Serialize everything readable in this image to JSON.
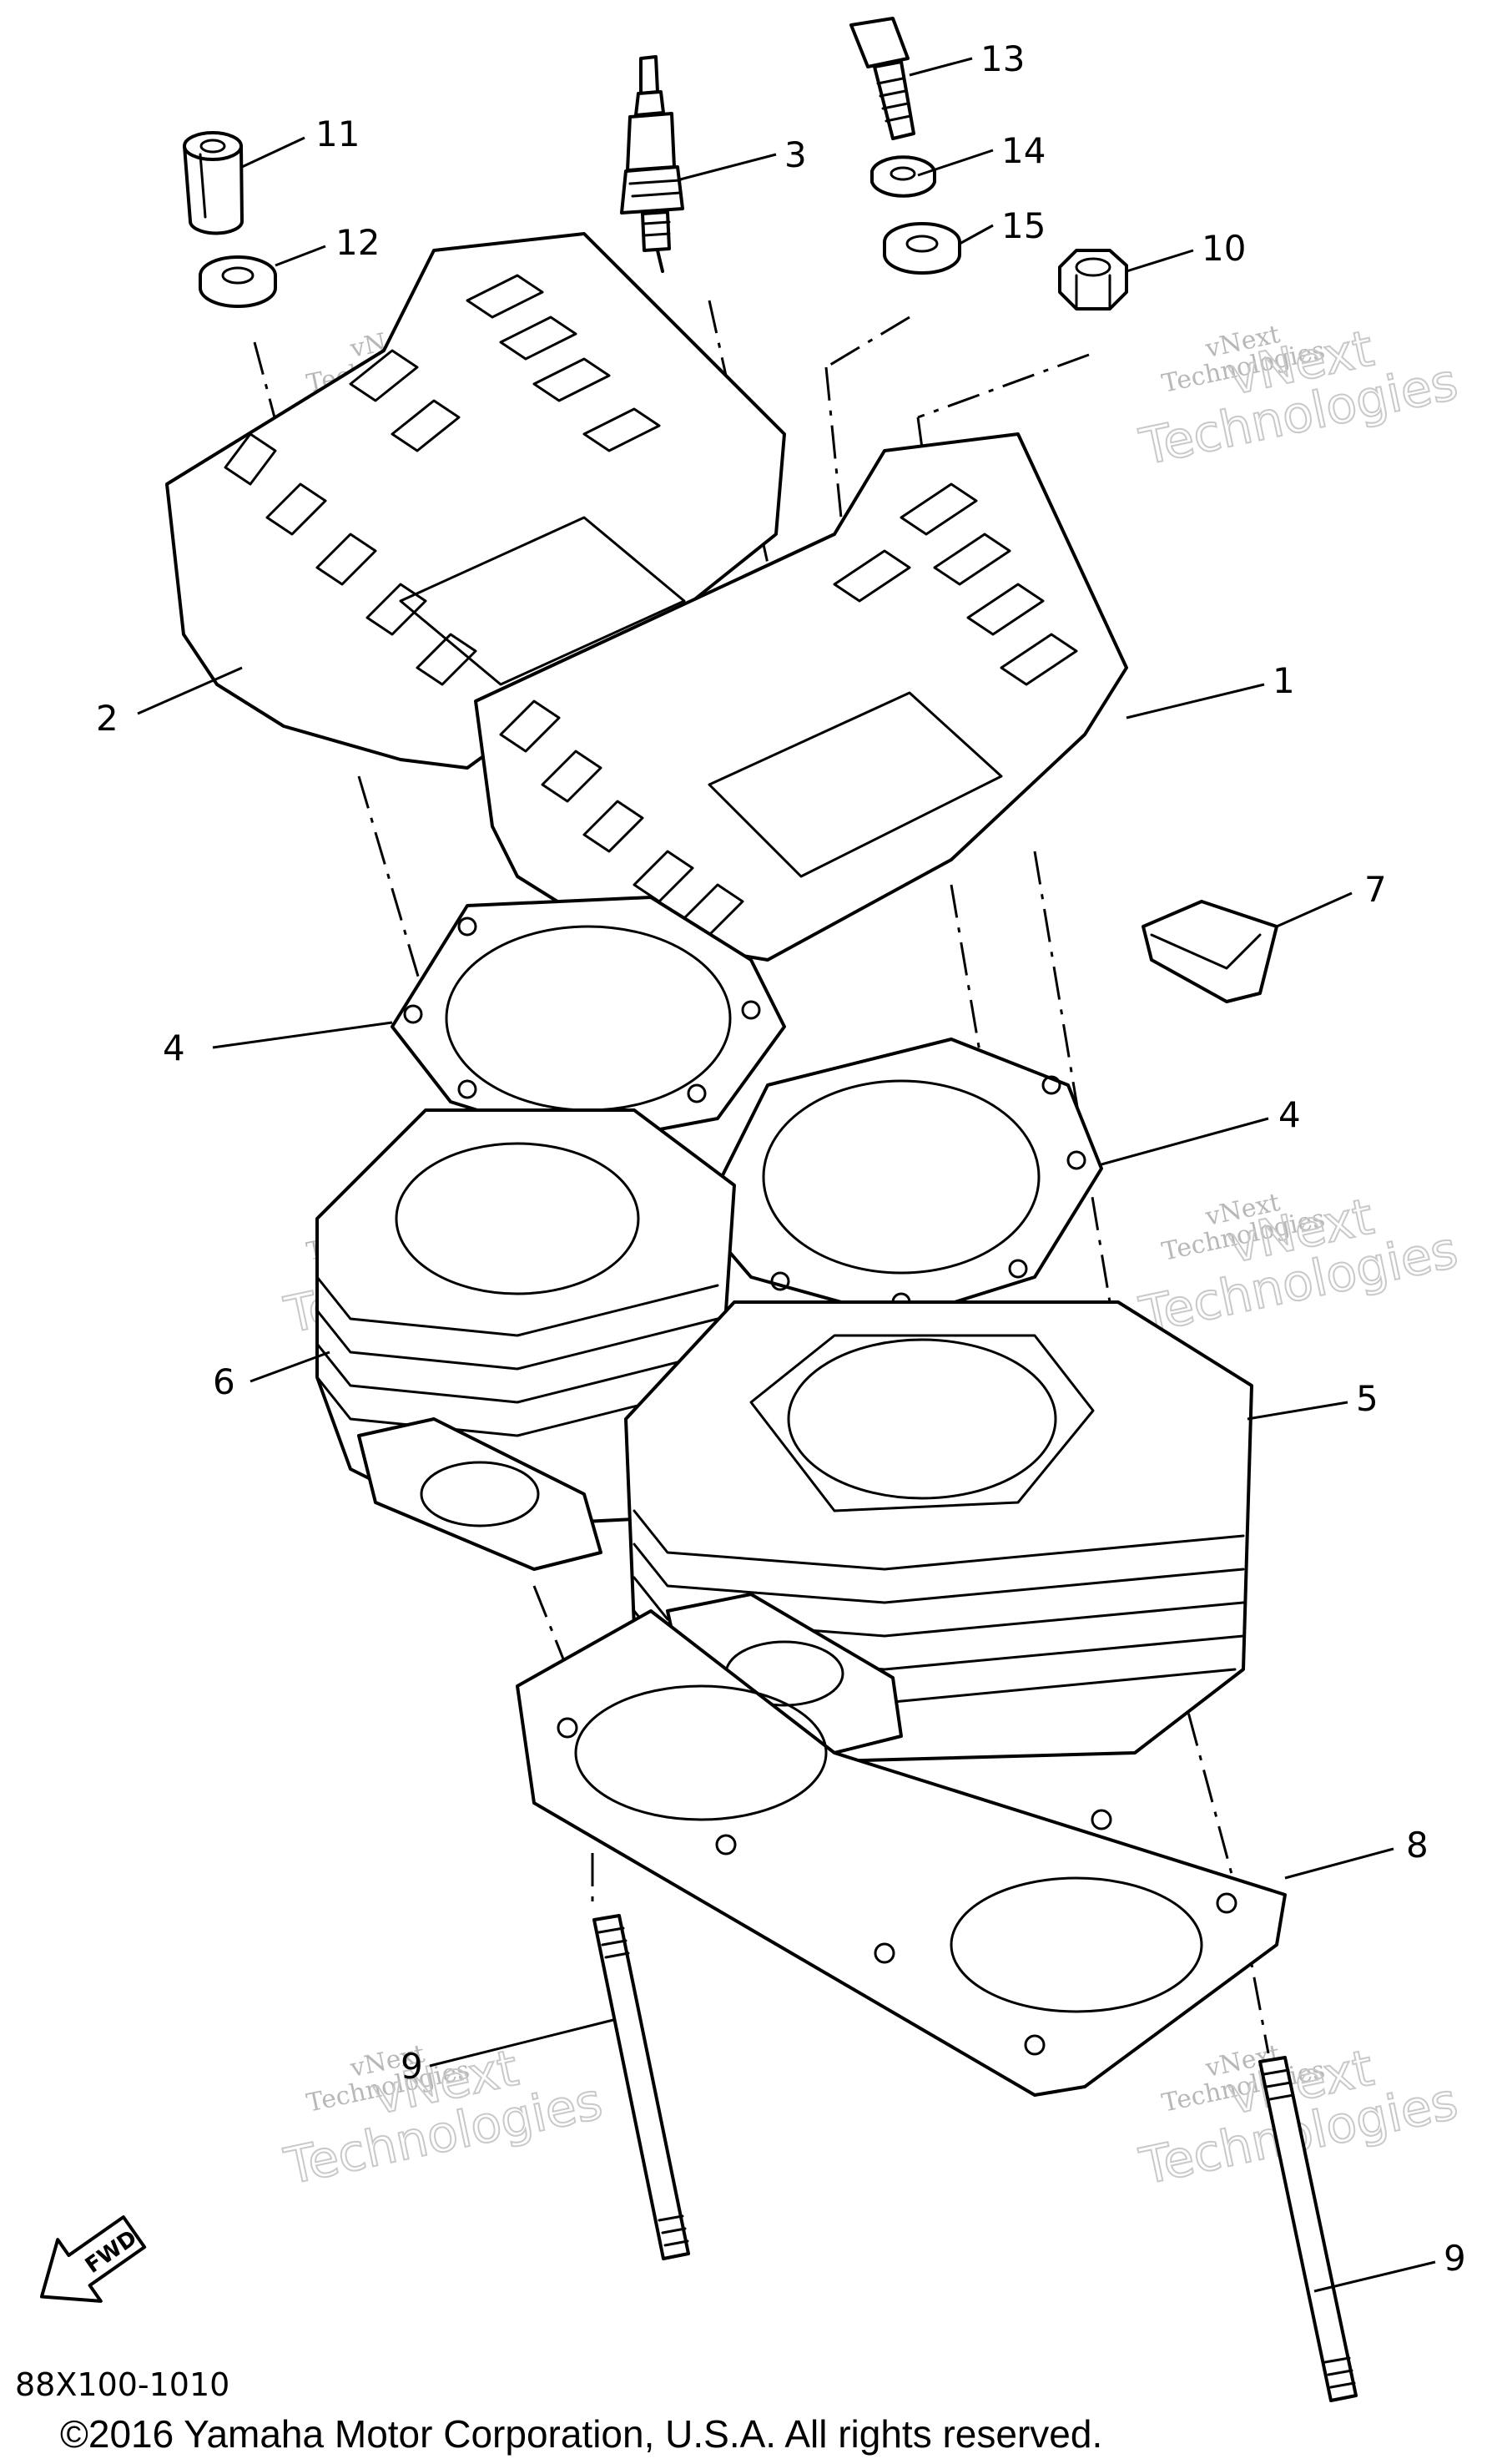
{
  "callouts": {
    "c1": "1",
    "c2": "2",
    "c3": "3",
    "c4a": "4",
    "c4b": "4",
    "c5": "5",
    "c6": "6",
    "c7": "7",
    "c8": "8",
    "c9a": "9",
    "c9b": "9",
    "c10": "10",
    "c11": "11",
    "c12": "12",
    "c13": "13",
    "c14": "14",
    "c15": "15"
  },
  "watermark": {
    "line1": "vNext",
    "line2": "Technologies"
  },
  "fwd_label": "FWD",
  "diagram_code": "88X100-1010",
  "copyright": "©2016 Yamaha Motor Corporation, U.S.A. All rights reserved."
}
